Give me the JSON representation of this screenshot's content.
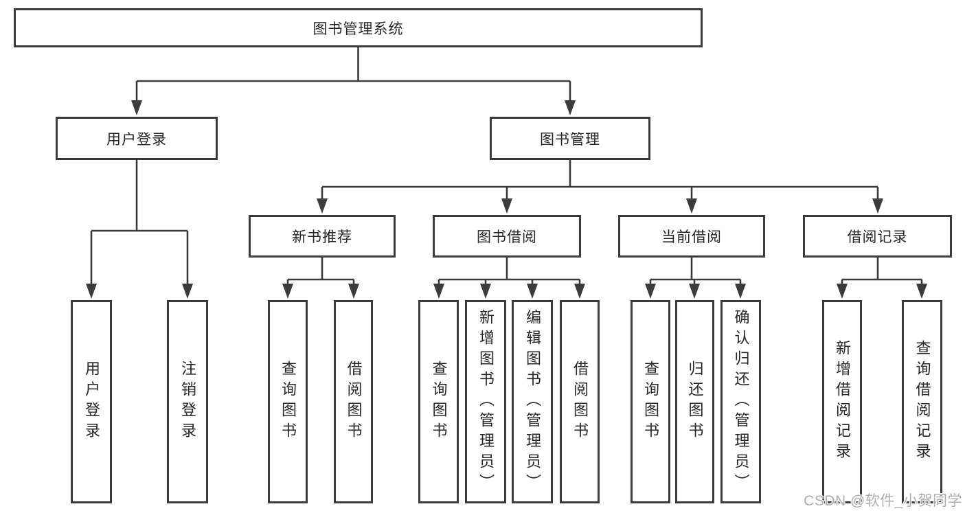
{
  "diagram": {
    "title": "图书管理系统",
    "branches": [
      {
        "label": "用户登录",
        "leaves": [
          "用户登录",
          "注销登录"
        ]
      },
      {
        "label": "图书管理",
        "groups": [
          {
            "label": "新书推荐",
            "leaves": [
              "查询图书",
              "借阅图书"
            ]
          },
          {
            "label": "图书借阅",
            "leaves": [
              "查询图书",
              "新增图书（管理员）",
              "编辑图书（管理员）",
              "借阅图书"
            ]
          },
          {
            "label": "当前借阅",
            "leaves": [
              "查询图书",
              "归还图书",
              "确认归还（管理员）"
            ]
          },
          {
            "label": "借阅记录",
            "leaves": [
              "新增借阅记录",
              "查询借阅记录"
            ]
          }
        ]
      }
    ]
  },
  "watermark": {
    "text": "CSDN @软件_小贺同学"
  },
  "colors": {
    "line": "#3b3b3b",
    "box_border": "#3b3b3b",
    "text": "#272727",
    "watermark": "#adadad",
    "background": "#ffffff"
  }
}
